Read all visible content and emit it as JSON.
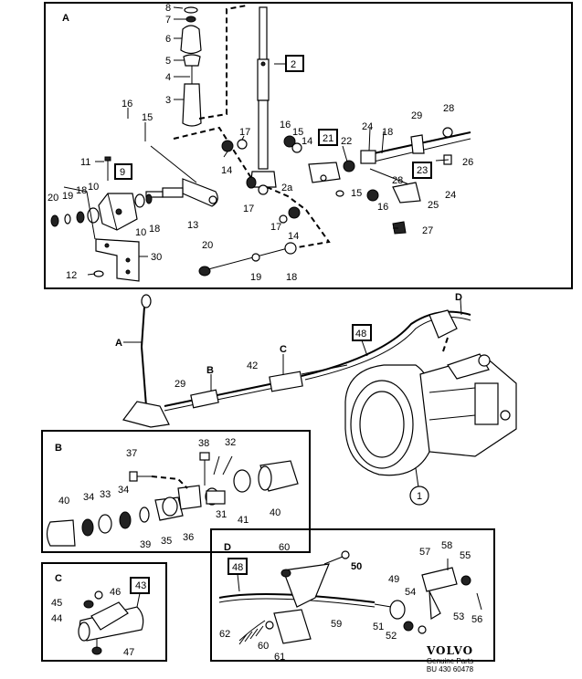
{
  "diagram": {
    "sections": {
      "a": "A",
      "b": "B",
      "c": "C",
      "d": "D"
    },
    "callouts": {
      "A": {
        "n8": "8",
        "n7": "7",
        "n6": "6",
        "n5": "5",
        "n4": "4",
        "n3": "3",
        "n2": "2",
        "n16a": "16",
        "n15a": "15",
        "n11": "11",
        "n9": "9",
        "n20a": "20",
        "n19a": "19",
        "n18a": "18",
        "n10a": "10",
        "n10b": "10",
        "n18b": "18",
        "n13": "13",
        "n17a": "17",
        "n14a": "14",
        "n17b": "17",
        "n16b": "16",
        "n15b": "15",
        "n14b": "14",
        "n2a": "2a",
        "n21": "21",
        "n22": "22",
        "n15c": "15",
        "n16c": "16",
        "n24a": "24",
        "n18c": "18",
        "n29": "29",
        "n28a": "28",
        "n26": "26",
        "n23": "23",
        "n28b": "28",
        "n24b": "24",
        "n25": "25",
        "n27": "27",
        "n17c": "17",
        "n14c": "14",
        "n30": "30",
        "n12": "12",
        "n20b": "20",
        "n19b": "19",
        "n18d": "18"
      },
      "mid": {
        "a": "A",
        "b": "B",
        "c": "C",
        "d": "D",
        "n29": "29",
        "n42": "42",
        "n48": "48",
        "n1": "1"
      },
      "B": {
        "n37": "37",
        "n38": "38",
        "n32": "32",
        "n40a": "40",
        "n34a": "34",
        "n33": "33",
        "n34b": "34",
        "n39": "39",
        "n35": "35",
        "n36": "36",
        "n31": "31",
        "n41": "41",
        "n40b": "40"
      },
      "C": {
        "n43": "43",
        "n45": "45",
        "n46": "46",
        "n44": "44",
        "n47": "47"
      },
      "D": {
        "n60a": "60",
        "n48": "48",
        "n50": "50",
        "n49": "49",
        "n57": "57",
        "n58": "58",
        "n55": "55",
        "n54": "54",
        "n53": "53",
        "n56": "56",
        "n51": "51",
        "n52": "52",
        "n59": "59",
        "n62": "62",
        "n60b": "60",
        "n61": "61"
      }
    }
  },
  "footer": {
    "brand": "VOLVO",
    "line1": "Genuine Parts",
    "line2": "BU 430 60478"
  }
}
